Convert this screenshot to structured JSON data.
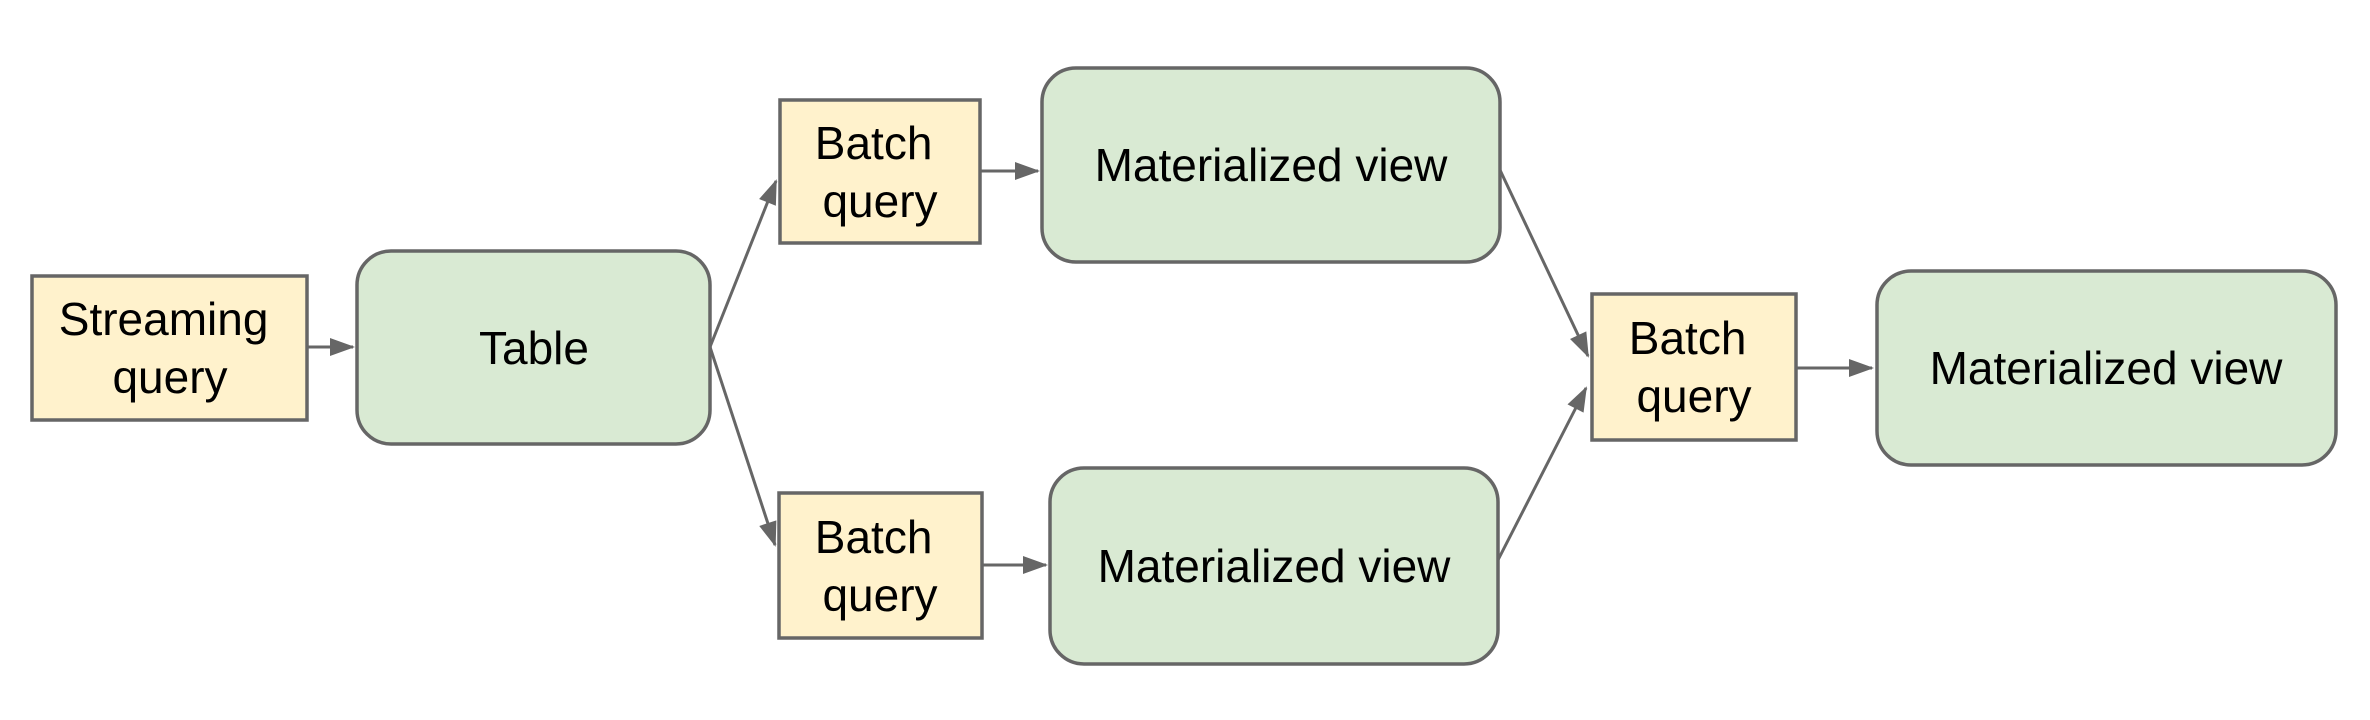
{
  "diagram": {
    "colors": {
      "query_node_fill": "#fff2cc",
      "data_node_fill": "#d9ead3",
      "node_stroke": "#666666",
      "connector": "#666666",
      "text": "#000000",
      "background": "#ffffff"
    },
    "nodes": {
      "streaming_query": {
        "label": "Streaming query",
        "lines": [
          "Streaming",
          "query"
        ],
        "kind": "query"
      },
      "table": {
        "label": "Table",
        "lines": [
          "Table"
        ],
        "kind": "data"
      },
      "batch_query_top": {
        "label": "Batch query",
        "lines": [
          "Batch",
          "query"
        ],
        "kind": "query"
      },
      "materialized_view_top": {
        "label": "Materialized view",
        "lines": [
          "Materialized view"
        ],
        "kind": "data"
      },
      "batch_query_bottom": {
        "label": "Batch query",
        "lines": [
          "Batch",
          "query"
        ],
        "kind": "query"
      },
      "materialized_view_bottom": {
        "label": "Materialized view",
        "lines": [
          "Materialized view"
        ],
        "kind": "data"
      },
      "batch_query_merge": {
        "label": "Batch query",
        "lines": [
          "Batch",
          "query"
        ],
        "kind": "query"
      },
      "materialized_view_final": {
        "label": "Materialized view",
        "lines": [
          "Materialized view"
        ],
        "kind": "data"
      }
    },
    "edges": [
      {
        "from": "streaming_query",
        "to": "table"
      },
      {
        "from": "table",
        "to": "batch_query_top"
      },
      {
        "from": "table",
        "to": "batch_query_bottom"
      },
      {
        "from": "batch_query_top",
        "to": "materialized_view_top"
      },
      {
        "from": "batch_query_bottom",
        "to": "materialized_view_bottom"
      },
      {
        "from": "materialized_view_top",
        "to": "batch_query_merge"
      },
      {
        "from": "materialized_view_bottom",
        "to": "batch_query_merge"
      },
      {
        "from": "batch_query_merge",
        "to": "materialized_view_final"
      }
    ]
  }
}
